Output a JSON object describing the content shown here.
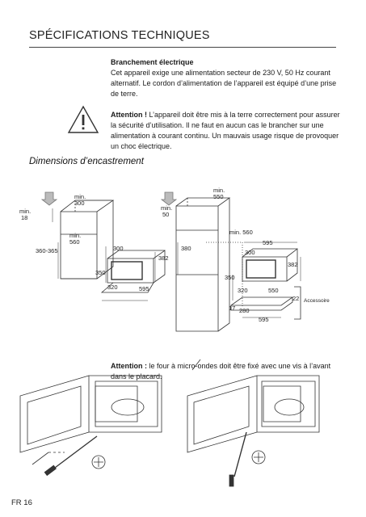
{
  "header": {
    "title": "SPÉCIFICATIONS TECHNIQUES"
  },
  "electrical": {
    "heading": "Branchement électrique",
    "body": "Cet appareil exige une alimentation secteur de 230 V, 50 Hz courant alternatif. Le cordon d’alimentation de l’appareil est équipé d’une prise de terre."
  },
  "warning": {
    "lead": "Attention !",
    "body": " L’appareil doit être mis à la terre correctement pour assurer la sécurité d’utilisation. Il ne faut en aucun cas le brancher sur une alimentation à courant continu. Un mauvais usage risque de provoquer un choc électrique."
  },
  "section": {
    "title": "Dimensions d’encastrement"
  },
  "dimensions": {
    "d1": "min.",
    "d1b": "300",
    "d2": "min.",
    "d2b": "18",
    "d3": "min.",
    "d3b": "560",
    "d4": "360-365",
    "d5": "300",
    "d6": "382",
    "d7": "350",
    "d8": "320",
    "d9": "595",
    "d10": "min.",
    "d10b": "50",
    "d11": "min.",
    "d11b": "550",
    "d12": "380",
    "d13": "min. 560",
    "d14": "595",
    "d15": "300",
    "d16": "382",
    "d17": "350",
    "d18": "320",
    "d19": "550",
    "d20": "22",
    "d21": "17",
    "d22": "280",
    "d23": "595",
    "accessory": "Accessoire"
  },
  "mounting": {
    "lead": "Attention :",
    "body": " le four à micro-ondes doit être fixé avec une vis à l’avant dans le placard."
  },
  "footer": {
    "page": "FR 16"
  }
}
